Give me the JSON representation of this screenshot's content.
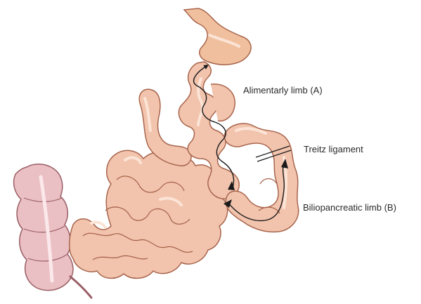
{
  "labels": {
    "alimentary_limb": "Alimentarly limb (A)",
    "treitz_ligament": "Treitz ligament",
    "biliopancreatic_limb": "Biliopancreatic limb (B)"
  },
  "colors": {
    "bowel_fill": "#f2c4ae",
    "bowel_outline": "#a8654c",
    "bowel_highlight": "#fbe4d6",
    "colon_fill": "#eac0c4",
    "colon_outline": "#9a5f66",
    "stomach_fill": "#f0c09e",
    "arrow": "#1a1a1a"
  }
}
